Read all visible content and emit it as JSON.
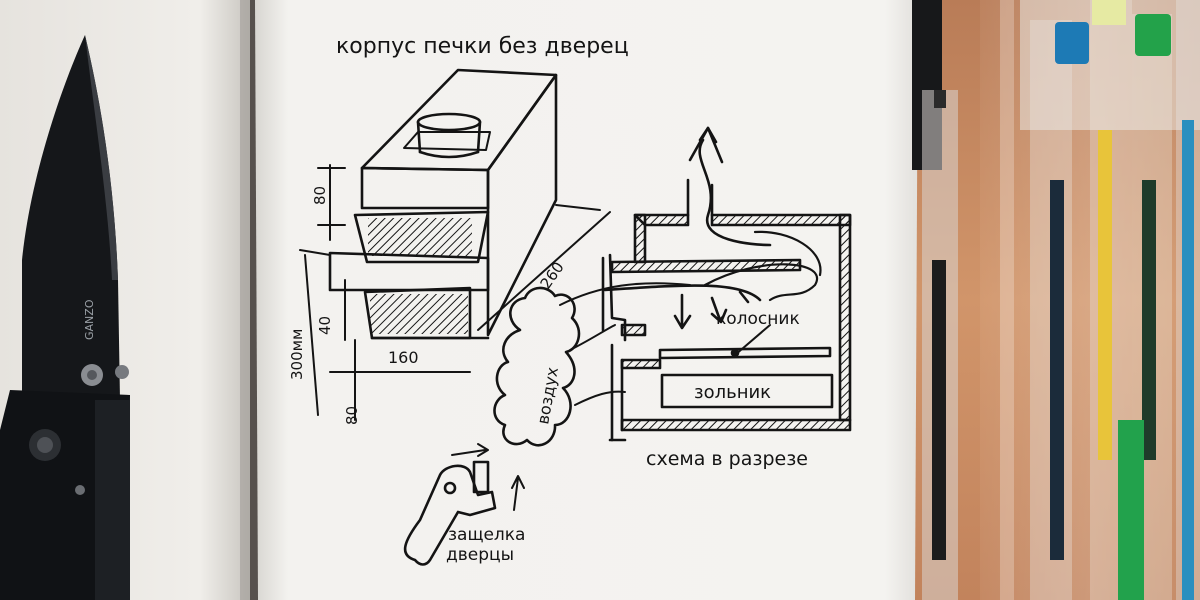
{
  "sketch": {
    "title": "корпус печки без дверец",
    "dim_80_top": "80",
    "dim_40": "40",
    "dim_300": "300мм",
    "dim_260": "260",
    "dim_160": "160",
    "dim_80_bottom": "80",
    "air_label": "воздух",
    "grate_label": "колосник",
    "ashpit_label": "зольник",
    "section_caption": "схема в разрезе",
    "latch_line1": "защелка",
    "latch_line2": "дверцы"
  },
  "knife": {
    "brand_text": "GANZO"
  },
  "colors": {
    "paper": "#f2f1ee",
    "ink": "#141414",
    "knife": "#15171a",
    "orange_surface": "#c98a5e"
  }
}
